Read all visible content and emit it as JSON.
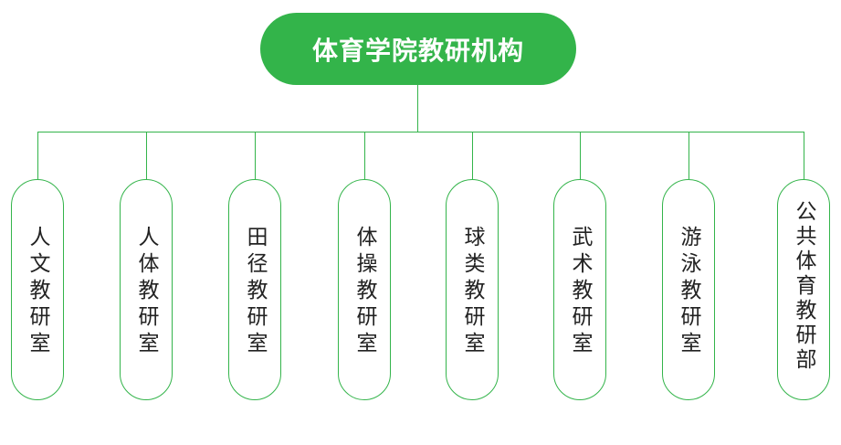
{
  "root": {
    "label": "体育学院教研机构"
  },
  "children": [
    {
      "label": "人文教研室"
    },
    {
      "label": "人体教研室"
    },
    {
      "label": "田径教研室"
    },
    {
      "label": "体操教研室"
    },
    {
      "label": "球类教研室"
    },
    {
      "label": "武术教研室"
    },
    {
      "label": "游泳教研室"
    },
    {
      "label": "公共体育教研部"
    }
  ],
  "colors": {
    "accent": "#33b44a",
    "text": "#222222",
    "background": "#ffffff"
  }
}
